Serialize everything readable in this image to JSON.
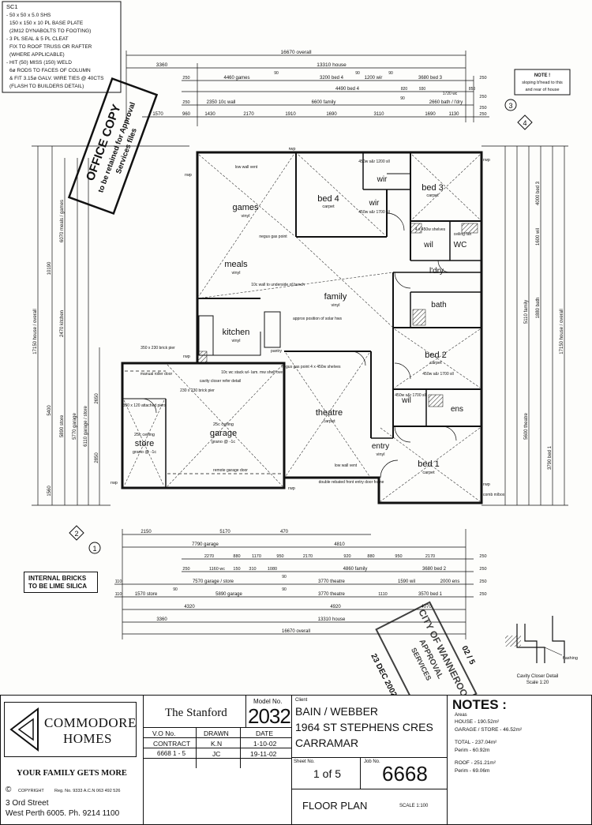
{
  "spec_note": {
    "title": "SC1",
    "lines": [
      "- 50 x 50 x 5.0 SHS",
      "150 x 150 x 10 PL BASE PLATE",
      "(2M12 DYNABOLTS TO FOOTING)",
      "- 3 PL SEAL & 5 PL CLEAT",
      "FIX TO ROOF TRUSS OR RAFTER",
      "(WHERE APPLICABLE)",
      "- HIT (50) MISS (150) WELD",
      "6ø RODS TO FACES OF COLUMN",
      "& FIT 3.15ø GALV. WIRE TIES @ 40CTS",
      "(FLASH TO BUILDERS DETAIL)"
    ]
  },
  "stamp": {
    "line1": "OFFICE COPY",
    "line2": "to be retained for Approval",
    "line3": "Services files"
  },
  "note_box": {
    "title": "NOTE !",
    "lines": [
      "sloping b'head to this",
      "and rear of house"
    ]
  },
  "grid_markers": [
    "1",
    "2",
    "3",
    "4"
  ],
  "top_dims": {
    "overall": "16670 overall",
    "house": "13310 house",
    "row1": [
      "3360",
      "250",
      "4460 games",
      "90",
      "3200 bed 4",
      "90",
      "1200 wir",
      "90",
      "3680 bed 3",
      "250"
    ],
    "row2": [
      "4490 bed 4",
      "820",
      "930",
      "1720 wc",
      "850",
      "250"
    ],
    "row3": [
      "250",
      "2350 10c wall",
      "6600 family",
      "90",
      "2660 bath / l'dry",
      "250"
    ],
    "row4": [
      "1570",
      "960",
      "1430",
      "2170",
      "1910",
      "1690",
      "3110",
      "1690",
      "1130",
      "250"
    ]
  },
  "bottom_dims": {
    "row1": [
      "2150",
      "5170",
      "470"
    ],
    "row2": [
      "7790 garage",
      "4810"
    ],
    "row3": [
      "2270",
      "880",
      "1170",
      "950",
      "2170",
      "920",
      "880",
      "950",
      "2170",
      "250"
    ],
    "row4": [
      "250",
      "1160 wc",
      "150",
      "310",
      "1080",
      "4860 family",
      "3680 bed 2",
      "250"
    ],
    "row5": [
      "110",
      "7570 garage / store",
      "90",
      "3770 theatre",
      "1590 wil",
      "2000 ens",
      "250"
    ],
    "row6": [
      "110",
      "1570 store",
      "90",
      "5890 garage",
      "90",
      "3770 theatre",
      "1110",
      "3570 bed 1",
      "250"
    ],
    "row7": [
      "4320",
      "4920",
      "4070"
    ],
    "row8": [
      "3360",
      "13310 house"
    ],
    "row9": [
      "16670 overall"
    ]
  },
  "left_dims": [
    "17150 house / overall",
    "10190",
    "6070 meals / games",
    "2470 kitchen",
    "5400",
    "5890 store",
    "5770 garage",
    "6110 garage / store",
    "2650",
    "2850",
    "1560"
  ],
  "right_dims": [
    "17150 house / overall",
    "5110 family",
    "5600 theatre",
    "3790 bed 1",
    "4000 bed 3",
    "1880 bath",
    "1600 wil"
  ],
  "rooms": [
    {
      "name": "games",
      "floor": "vinyl"
    },
    {
      "name": "meals",
      "floor": "vinyl"
    },
    {
      "name": "family",
      "floor": "vinyl"
    },
    {
      "name": "kitchen",
      "floor": "vinyl"
    },
    {
      "name": "bed 4",
      "floor": "carpet"
    },
    {
      "name": "bed 3",
      "floor": "carpet"
    },
    {
      "name": "bed 2",
      "floor": "carpet"
    },
    {
      "name": "bed 1",
      "floor": "carpet"
    },
    {
      "name": "theatre",
      "floor": "carpet"
    },
    {
      "name": "garage",
      "floor": "grano @ -1c"
    },
    {
      "name": "store",
      "floor": "grano @ -1c"
    },
    {
      "name": "entry",
      "floor": "vinyl"
    },
    {
      "name": "wir",
      "floor": ""
    },
    {
      "name": "wil",
      "floor": ""
    },
    {
      "name": "WC",
      "floor": ""
    },
    {
      "name": "l'dry",
      "floor": ""
    },
    {
      "name": "bath",
      "floor": ""
    },
    {
      "name": "ens",
      "floor": ""
    }
  ],
  "plan_notes": {
    "low_wall_vent_top": "low wall vent",
    "low_wall_vent_bottom": "low wall vent",
    "rwp": "rwp",
    "negus1": "negus gas point",
    "negus2": "negus gas point 4 x 450w shelves",
    "ten_c_wall": "10c wall to underside of bench",
    "solar": "approx position of solar hws",
    "wc_stack": "10c wc stack w/- lam. mw shelf over",
    "cavity": "cavity closer refer detail",
    "brick_pier1": "350 x 230 brick pier",
    "brick_pier2": "230 x 230 brick pier",
    "manual_door": "manual roller door",
    "attached_piers": "350 x 120 attached piers",
    "ceiling_25c": "25c ceiling",
    "remote_door": "remote garage door",
    "double_rebated": "double rebated front entry door frame",
    "comb_mbox": "comb m/box",
    "wir_top": "450w s&r 1200 sll",
    "wir_bed4": "450w s&r 1700 sll",
    "wil_shelves": "4 x 450w shelves",
    "bed2_robe": "450w s&r 1700 sll",
    "ens_robe": "450w s&r 1700 sll",
    "ceiling_fan": "ceiling fan",
    "pantry": "pantry"
  },
  "bricks_note": [
    "INTERNAL BRICKS",
    "TO BE LIME SILICA"
  ],
  "cavity_detail": {
    "label": "Cavity Closer Detail",
    "scale": "Scale 1:20",
    "flashing": "flashing"
  },
  "approval_stamp": {
    "city": "CITY OF WANNEROO",
    "approval": "APPROVAL",
    "services": "SERVICES",
    "date": "23 DEC 2002",
    "number": "02 / 5"
  },
  "title_block": {
    "company_line1": "COMMODORE",
    "company_line2": "HOMES",
    "tagline": "YOUR FAMILY GETS MORE",
    "copyright": "COPYRIGHT",
    "reg": "Reg. No. 9333  A.C.N 063 492 526",
    "address1": "3 Ord Street",
    "address2": "West Perth 6005.  Ph. 9214 1100",
    "design_name": "The Stanford",
    "model_label": "Model No.",
    "model_no": "2032",
    "vo_label": "V.O No.",
    "drawn_label": "DRAWN",
    "date_label": "DATE",
    "contract_label": "CONTRACT",
    "drawn1": "K.N",
    "date1": "1-10-02",
    "vo_value": "6668 1 - 5",
    "drawn2": "JC",
    "date2": "19-11-02",
    "client_label": "Client",
    "client_line1": "BAIN / WEBBER",
    "client_line2": "1964 ST STEPHENS CRES",
    "client_line3": "CARRAMAR",
    "sheet_label": "Sheet No.",
    "sheet": "1 of 5",
    "job_label": "Job No.",
    "job": "6668",
    "plan_title": "FLOOR PLAN",
    "scale": "SCALE 1:100",
    "notes_title": "NOTES :",
    "areas_label": "Areas",
    "house_area": "HOUSE - 190.52m²",
    "garage_area": "GARAGE / STORE - 46.52m²",
    "total_area": "TOTAL - 237.04m²",
    "perim1": "Perim - 60.92m",
    "roof_area": "ROOF - 251.21m²",
    "perim2": "Perim - 69.06m"
  }
}
